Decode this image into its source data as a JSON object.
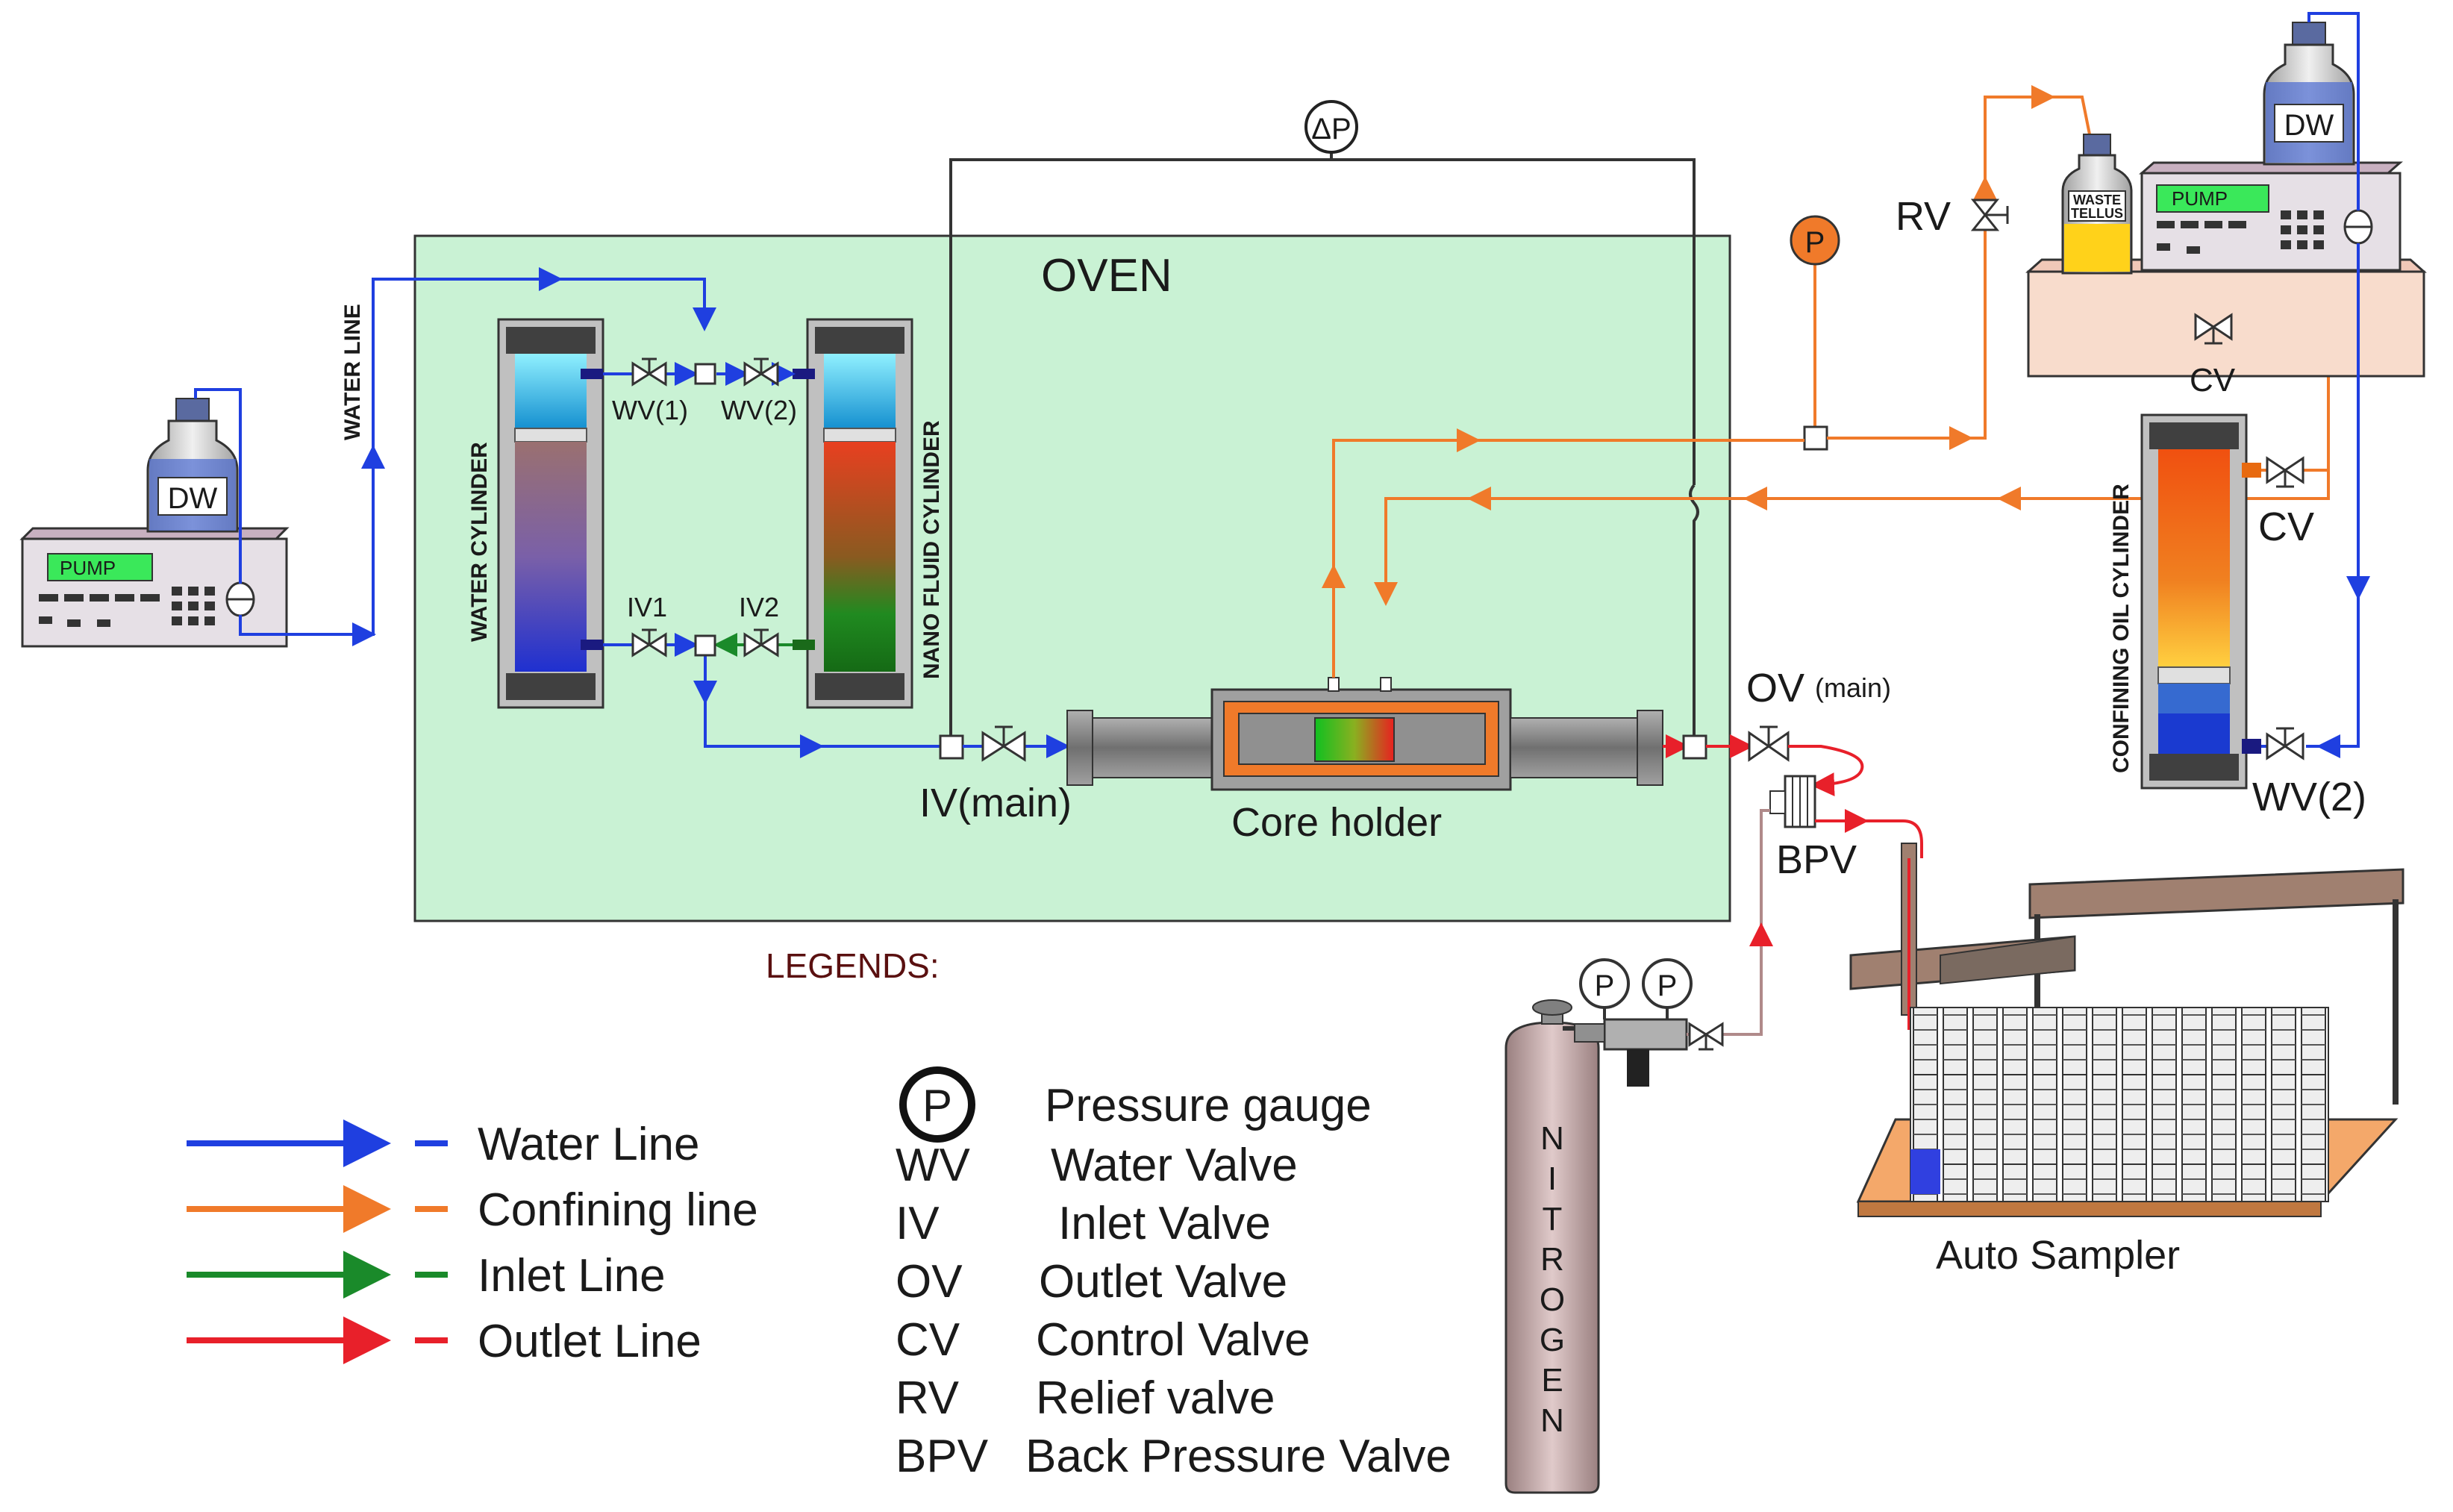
{
  "labels": {
    "oven": "OVEN",
    "delta_p": "ΔP",
    "p": "P",
    "dw": "DW",
    "pump": "PUMP",
    "waste": "WASTE",
    "tellus": "TELLUS",
    "water_line": "WATER LINE",
    "water_cylinder": "WATER CYLINDER",
    "nano_fluid_cylinder": "NANO FLUID CYLINDER",
    "confining_oil_cylinder": "CONFINING OIL CYLINDER",
    "wv1": "WV(1)",
    "wv2": "WV(2)",
    "iv1": "IV1",
    "iv2": "IV2",
    "iv_main": "IV(main)",
    "core_holder": "Core holder",
    "ov": "OV",
    "ov_main": "(main)",
    "bpv": "BPV",
    "rv": "RV",
    "cv": "CV",
    "wv2_right": "WV(2)",
    "auto_sampler": "Auto Sampler",
    "nitrogen": [
      "N",
      "I",
      "T",
      "R",
      "O",
      "G",
      "E",
      "N"
    ],
    "legends_title": "LEGENDS:"
  },
  "legend_lines": [
    {
      "label": "Water Line",
      "color": "#1f3fe0"
    },
    {
      "label": "Confining line",
      "color": "#f07a2a"
    },
    {
      "label": "Inlet Line",
      "color": "#1a8a2a"
    },
    {
      "label": "Outlet Line",
      "color": "#e8202a"
    }
  ],
  "legend_abbrev": [
    {
      "abbr": "P",
      "desc": "Pressure gauge"
    },
    {
      "abbr": "WV",
      "desc": "Water Valve"
    },
    {
      "abbr": "IV",
      "desc": "Inlet Valve"
    },
    {
      "abbr": "OV",
      "desc": "Outlet Valve"
    },
    {
      "abbr": "CV",
      "desc": "Control Valve"
    },
    {
      "abbr": "RV",
      "desc": "Relief valve"
    },
    {
      "abbr": "BPV",
      "desc": "Back Pressure Valve"
    }
  ],
  "colors": {
    "water": "#1f3fe0",
    "confining": "#f07a2a",
    "inlet": "#1a8a2a",
    "outlet": "#e8202a",
    "oven_fill": "#c9f2d4",
    "nitrogen_line": "#b08a8a",
    "black": "#111111"
  }
}
